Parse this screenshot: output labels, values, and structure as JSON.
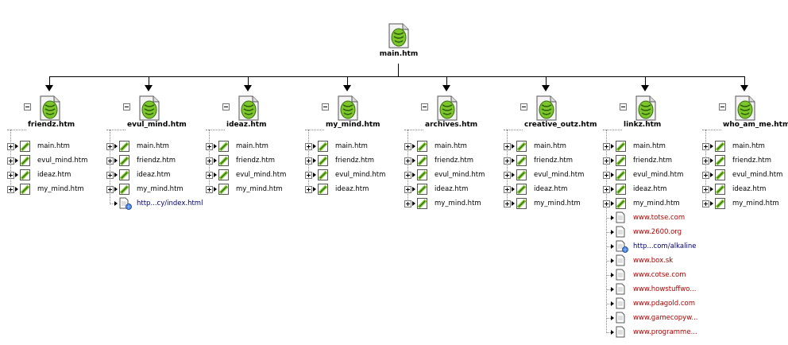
{
  "root": {
    "label": "main.htm",
    "icon": "html-page-icon"
  },
  "columns": [
    {
      "label": "friendz.htm",
      "children": [
        "main.htm",
        "evul_mind.htm",
        "ideaz.htm",
        "my_mind.htm"
      ],
      "links": []
    },
    {
      "label": "evul_mind.htm",
      "children": [
        "main.htm",
        "friendz.htm",
        "ideaz.htm",
        "my_mind.htm"
      ],
      "links": [
        {
          "text": "http...cy/index.html",
          "type": "web"
        }
      ]
    },
    {
      "label": "ideaz.htm",
      "children": [
        "main.htm",
        "friendz.htm",
        "evul_mind.htm",
        "my_mind.htm"
      ],
      "links": []
    },
    {
      "label": "my_mind.htm",
      "children": [
        "main.htm",
        "friendz.htm",
        "evul_mind.htm",
        "ideaz.htm"
      ],
      "links": []
    },
    {
      "label": "archives.htm",
      "children": [
        "main.htm",
        "friendz.htm",
        "evul_mind.htm",
        "ideaz.htm",
        "my_mind.htm"
      ],
      "links": []
    },
    {
      "label": "creative_outz.htm",
      "children": [
        "main.htm",
        "friendz.htm",
        "evul_mind.htm",
        "ideaz.htm",
        "my_mind.htm"
      ],
      "links": []
    },
    {
      "label": "linkz.htm",
      "children": [
        "main.htm",
        "friendz.htm",
        "evul_mind.htm",
        "ideaz.htm",
        "my_mind.htm"
      ],
      "links": [
        {
          "text": "www.totse.com",
          "type": "external"
        },
        {
          "text": "www.2600.org",
          "type": "external"
        },
        {
          "text": "http...com/alkaline",
          "type": "web"
        },
        {
          "text": "www.box.sk",
          "type": "external"
        },
        {
          "text": "www.cotse.com",
          "type": "external"
        },
        {
          "text": "www.howstuffwo...",
          "type": "external"
        },
        {
          "text": "www.pdagold.com",
          "type": "external"
        },
        {
          "text": "www.gamecopyw...",
          "type": "external"
        },
        {
          "text": "www.programme...",
          "type": "external"
        }
      ]
    },
    {
      "label": "who_am_me.htm",
      "children": [
        "main.htm",
        "friendz.htm",
        "evul_mind.htm",
        "ideaz.htm",
        "my_mind.htm"
      ],
      "links": []
    }
  ],
  "colors": {
    "red_link": "#b00000",
    "blue_link": "#00007a",
    "leaf_green": "#7bc62a"
  }
}
